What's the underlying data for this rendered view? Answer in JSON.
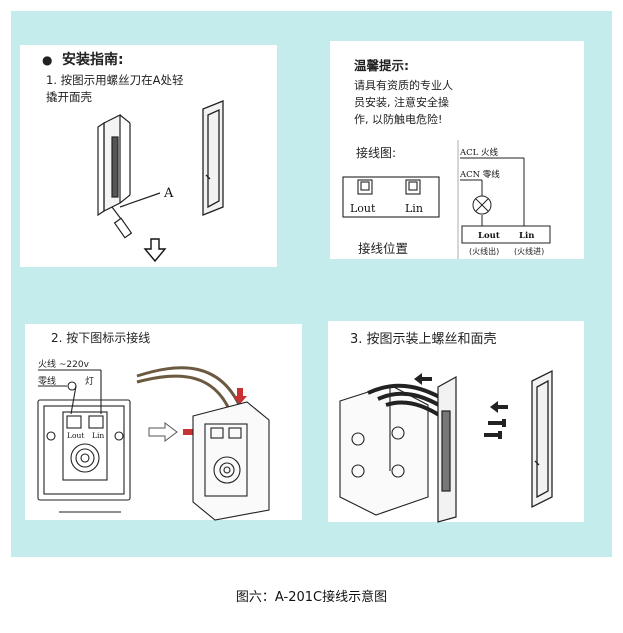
{
  "step1": {
    "bullet": "●",
    "heading": "安装指南:",
    "line1": "1. 按图示用螺丝刀在A处轻",
    "line2": "撬开面壳",
    "label_a": "A"
  },
  "step2": {
    "title": "2. 按下图标示接线",
    "live": "火线 ~220v",
    "neutral": "零线",
    "lamp": "灯",
    "lout": "Lout",
    "lin": "Lin"
  },
  "step3": {
    "title": "3. 按图示装上螺丝和面壳"
  },
  "tips": {
    "title": "温馨提示:",
    "line1": "请具有资质的专业人",
    "line2": "员安装, 注意安全操",
    "line3": "作, 以防触电危险!",
    "wiring_label": "接线图:",
    "terminal_lout": "Lout",
    "terminal_lin": "Lin",
    "position_label": "接线位置",
    "acl": "ACL 火线",
    "acn": "ACN 零线",
    "box_lout": "Lout",
    "box_lin": "Lin",
    "out_label": "(火线出)",
    "in_label": "(火线进)"
  },
  "caption": "图六：A-201C接线示意图"
}
